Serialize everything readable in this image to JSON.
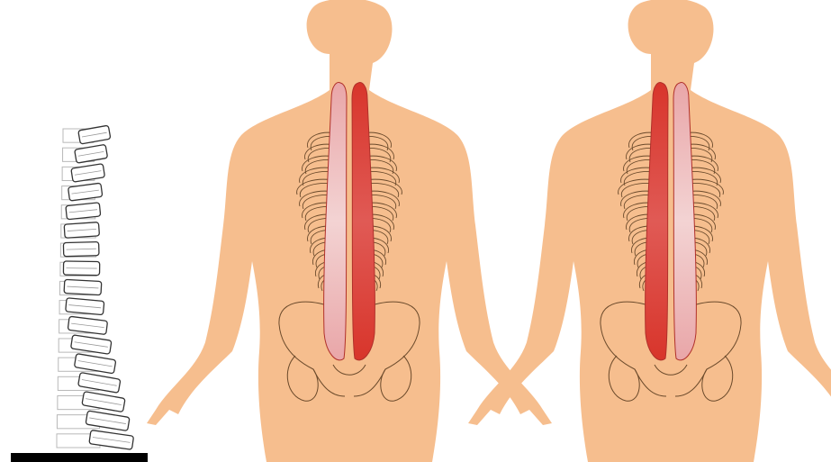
{
  "colors": {
    "skin": "#F6BE8E",
    "muscle_dark": "#D8352B",
    "muscle_light": "#E9A6A8",
    "muscle_pale": "#F3D3D3",
    "bone_line": "#6B4A2B",
    "vertebra_fill": "#FFFFFF",
    "vertebra_line": "#333333",
    "vertebra_ghost": "#B8B8B8",
    "base_bar": "#000000"
  },
  "figures": [
    {
      "kind": "spine-column",
      "curve": "scoliotic",
      "vertebra_count": 17
    },
    {
      "kind": "back-view",
      "dominant_side": "right",
      "icon": "erector-spinae-muscles"
    },
    {
      "kind": "back-view",
      "dominant_side": "left",
      "icon": "erector-spinae-muscles"
    }
  ]
}
